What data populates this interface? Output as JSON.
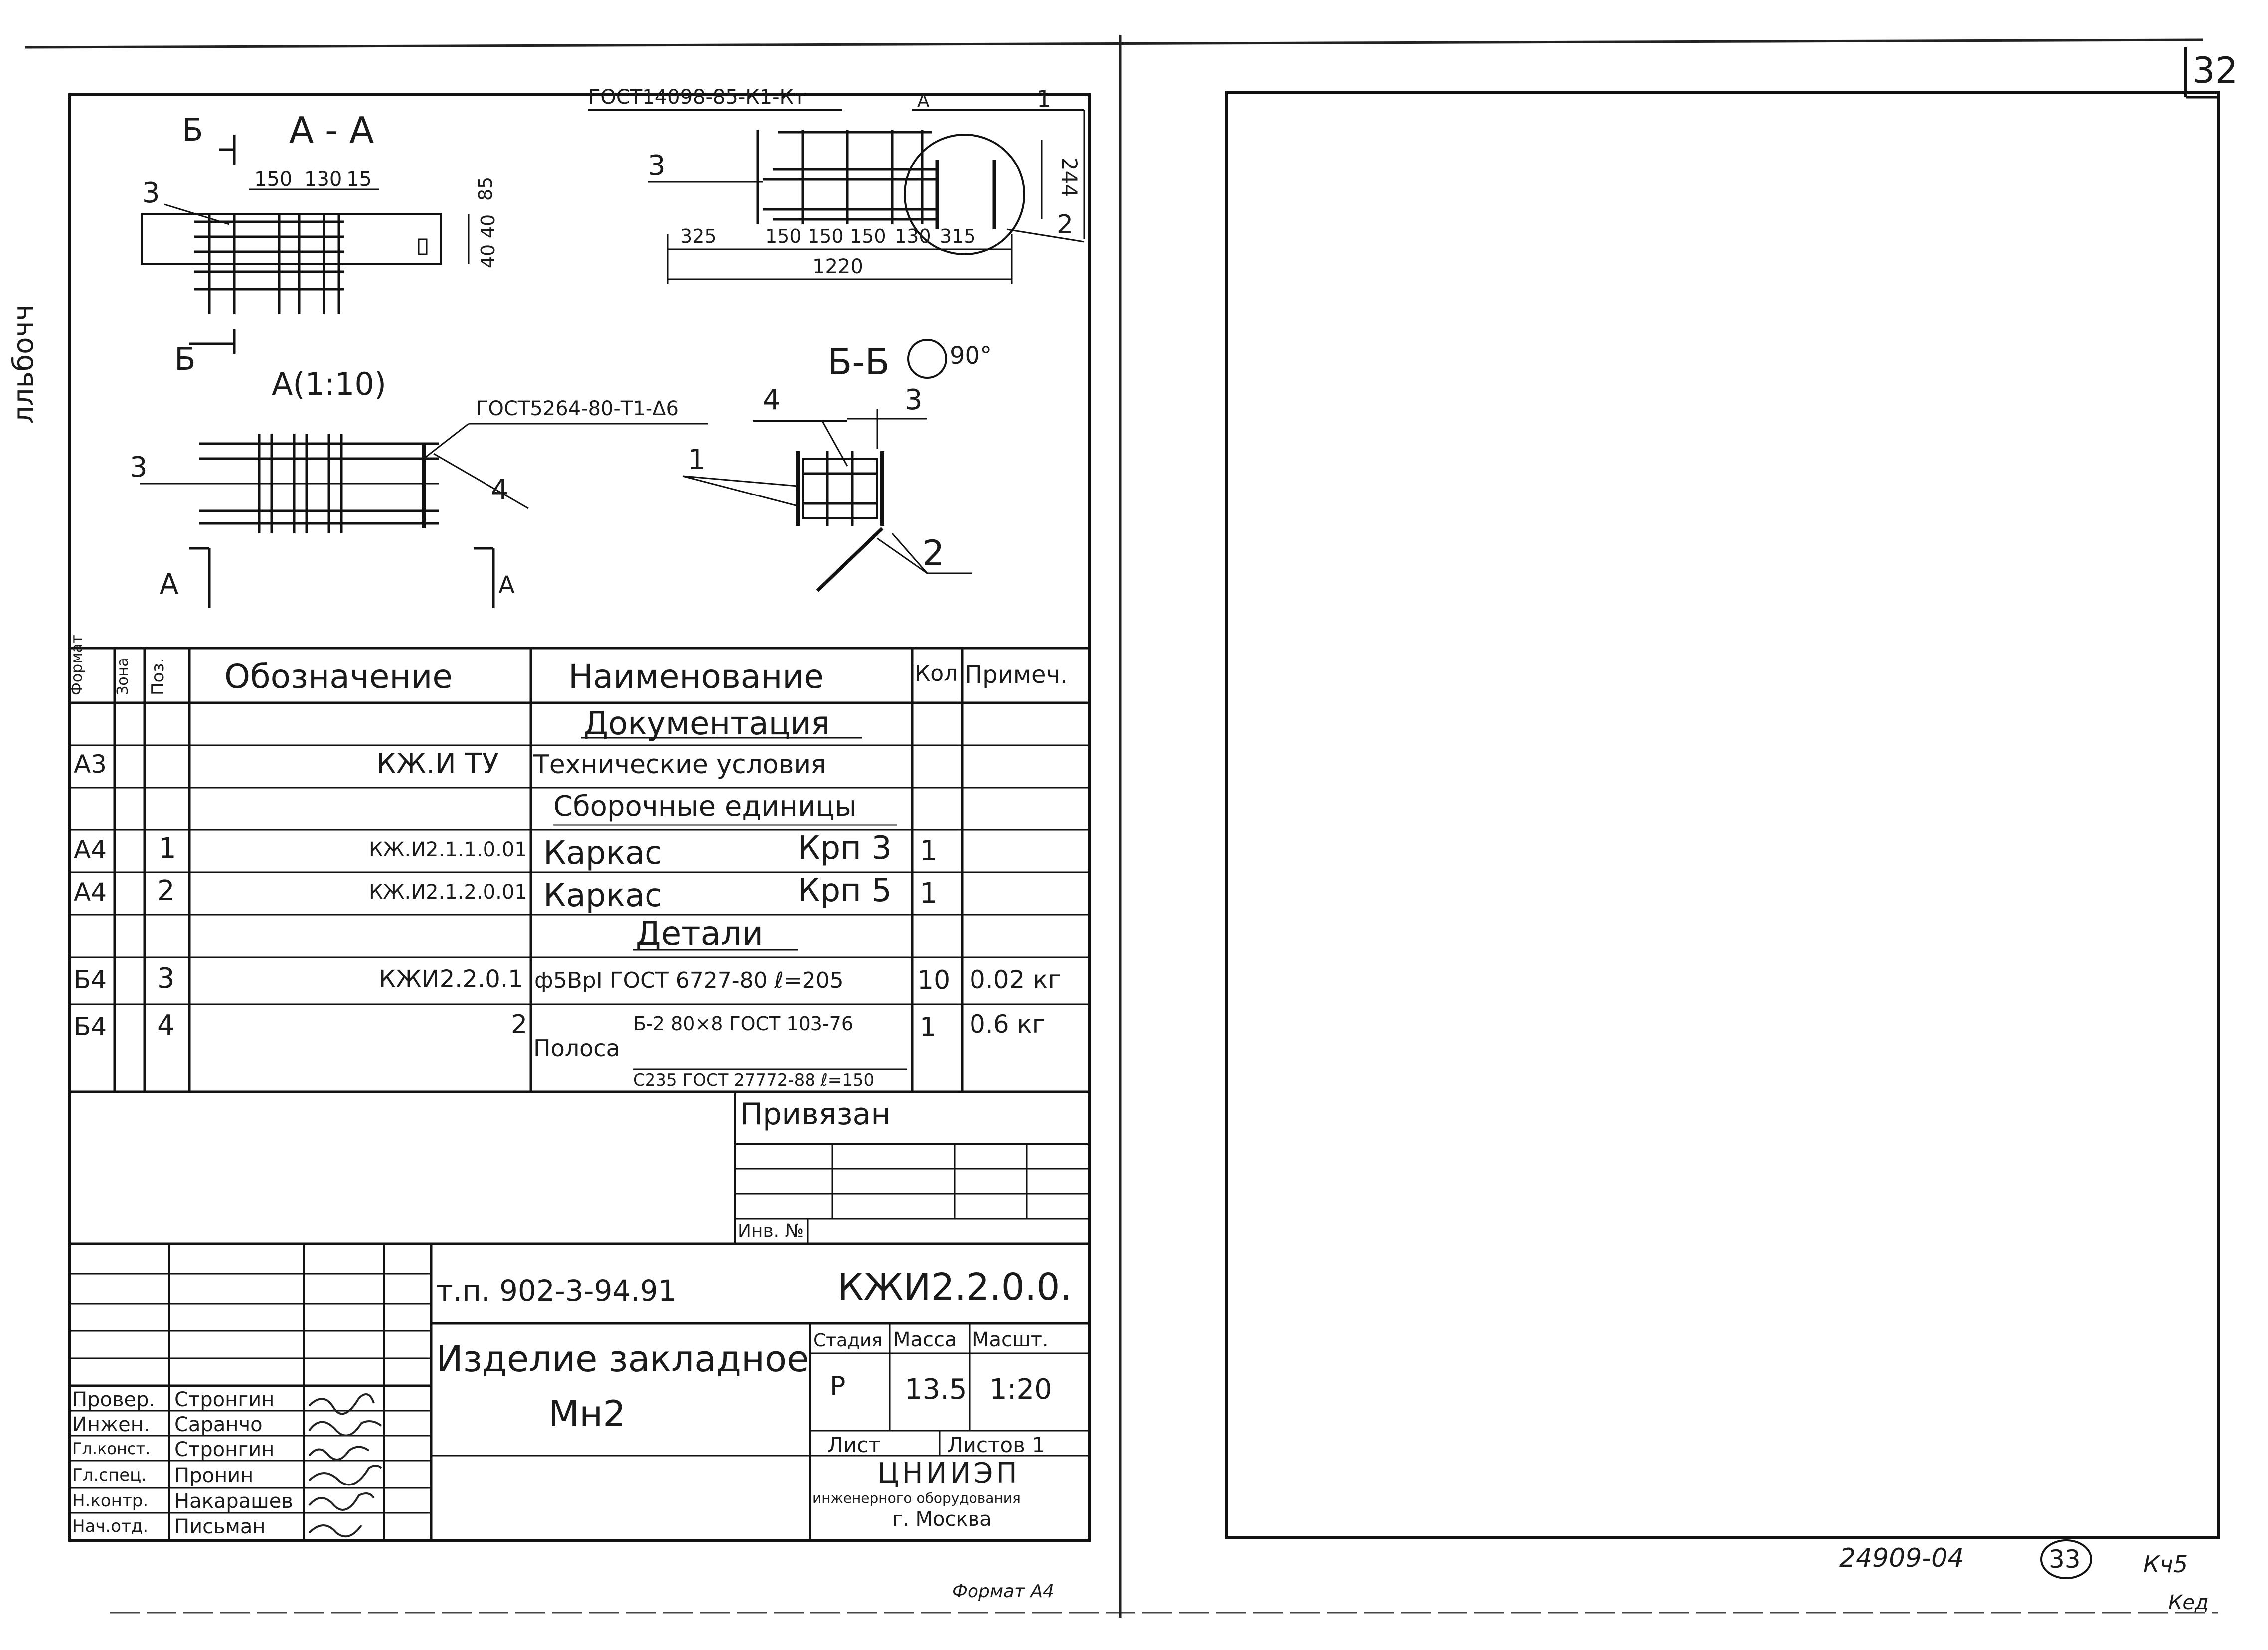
{
  "sheet_number": "32",
  "side_code": "лльбочч",
  "bottom_number": "24909-04",
  "bottom_circled": "33",
  "bottom_mark_1": "Кч5",
  "bottom_mark_2": "Кед",
  "format_label": "Формат А4",
  "drawing": {
    "section_aa": "А - А",
    "cut_b": "Б",
    "dims_aa": [
      "150",
      "130",
      "15"
    ],
    "dims_aa_side": [
      "85",
      "40",
      "40"
    ],
    "pos3": "3",
    "view_a": "А(1:10)",
    "gost_top": "ГОСТ14098-85-К1-Кт",
    "label_a": "А",
    "pos1": "1",
    "pos2": "2",
    "dim_244": "244",
    "dims_side": [
      "325",
      "150",
      "150",
      "150",
      "130",
      "315"
    ],
    "dim_total": "1220",
    "gost_mid": "ГОСТ5264-80-Т1-Δ6",
    "pos4": "4",
    "section_bb": "Б-Б",
    "rot": "90°",
    "cut_a": "А"
  },
  "spec": {
    "headers": [
      "Формат",
      "Зона",
      "Поз.",
      "Обозначение",
      "Наименование",
      "Кол",
      "Примеч."
    ],
    "rows": [
      {
        "f": "",
        "z": "",
        "p": "",
        "d": "",
        "n": "Документация",
        "k": "",
        "pr": "",
        "section": true
      },
      {
        "f": "А3",
        "z": "",
        "p": "",
        "d": "КЖ.И ТУ",
        "n": "Технические условия",
        "k": "",
        "pr": ""
      },
      {
        "f": "",
        "z": "",
        "p": "",
        "d": "",
        "n": "Сборочные единицы",
        "k": "",
        "pr": "",
        "section": true
      },
      {
        "f": "А4",
        "z": "",
        "p": "1",
        "d": "КЖ.И2.1.1.0.01",
        "n": "Каркас",
        "n2": "Крп 3",
        "k": "1",
        "pr": ""
      },
      {
        "f": "А4",
        "z": "",
        "p": "2",
        "d": "КЖ.И2.1.2.0.01",
        "n": "Каркас",
        "n2": "Крп 5",
        "k": "1",
        "pr": ""
      },
      {
        "f": "",
        "z": "",
        "p": "",
        "d": "",
        "n": "Детали",
        "k": "",
        "pr": "",
        "section": true
      },
      {
        "f": "Б4",
        "z": "",
        "p": "3",
        "d": "КЖИ2.2.0.1",
        "n": "ф5ВрI ГОСТ 6727-80 ℓ=205",
        "k": "10",
        "pr": "0.02 кг"
      },
      {
        "f": "Б4",
        "z": "",
        "p": "4",
        "d": "2",
        "n": "Полоса",
        "n_top": "Б-2 80×8 ГОСТ 103-76",
        "n_bot": "С235 ГОСТ 27772-88 ℓ=150",
        "k": "1",
        "pr": "0.6 кг"
      }
    ]
  },
  "privyazan": "Привязан",
  "inv_no": "Инв. №",
  "title_block": {
    "project": "т.п. 902-3-94.91",
    "code": "КЖИ2.2.0.0.",
    "name_1": "Изделие закладное",
    "name_2": "Мн2",
    "col_headers": [
      "Стадия",
      "Масса",
      "Масшт."
    ],
    "stage": "Р",
    "mass": "13.5",
    "scale": "1:20",
    "sheet": "Лист",
    "sheets": "Листов 1",
    "org_1": "ЦНИИЭП",
    "org_2": "инженерного оборудования",
    "org_3": "г. Москва",
    "roles": [
      {
        "role": "Провер.",
        "name": "Стронгин"
      },
      {
        "role": "Инжен.",
        "name": "Саранчо"
      },
      {
        "role": "Гл.конст.",
        "name": "Стронгин"
      },
      {
        "role": "Гл.спец.",
        "name": "Пронин"
      },
      {
        "role": "Н.контр.",
        "name": "Накарашев"
      },
      {
        "role": "Нач.отд.",
        "name": "Письман"
      }
    ]
  }
}
